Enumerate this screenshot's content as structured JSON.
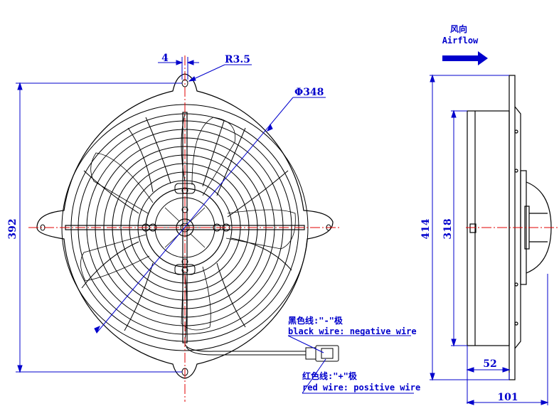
{
  "dimensions": {
    "slot_width": "4",
    "slot_radius": "R3.5",
    "diameter": "Φ348",
    "height_392": "392",
    "height_414": "414",
    "height_318": "318",
    "depth_52": "52",
    "depth_101": "101"
  },
  "airflow": {
    "label_cn": "风向",
    "label_en": "Airflow"
  },
  "wires": {
    "black_cn": "黑色线:\"-\"极",
    "black_en": "black wire: negative wire",
    "red_cn": "红色线:\"+\"极",
    "red_en": "red wire: positive wire"
  },
  "colors": {
    "dimension": "#0000cc",
    "centerline": "#e00000",
    "outline": "#000000"
  }
}
